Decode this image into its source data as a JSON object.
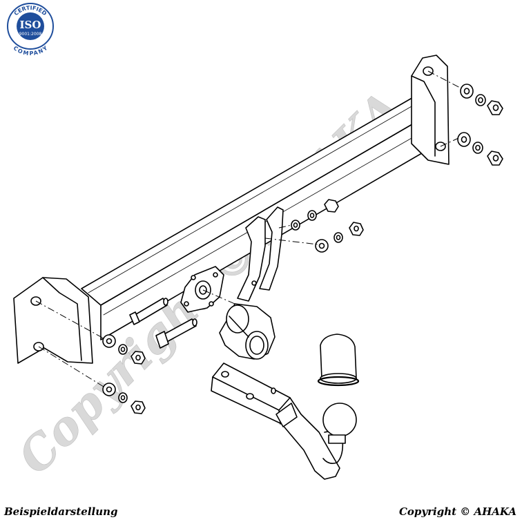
{
  "badge": {
    "top_text": "CERTIFIED",
    "main": "ISO",
    "standard": "9001:2008",
    "bottom_text": "COMPANY",
    "color": "#1f4e9c"
  },
  "watermark": {
    "text": "Copyright © AHAKA",
    "color": "#c8c8c8"
  },
  "captions": {
    "left": "Beispieldarstellung",
    "right": "Copyright © AHAKA"
  }
}
